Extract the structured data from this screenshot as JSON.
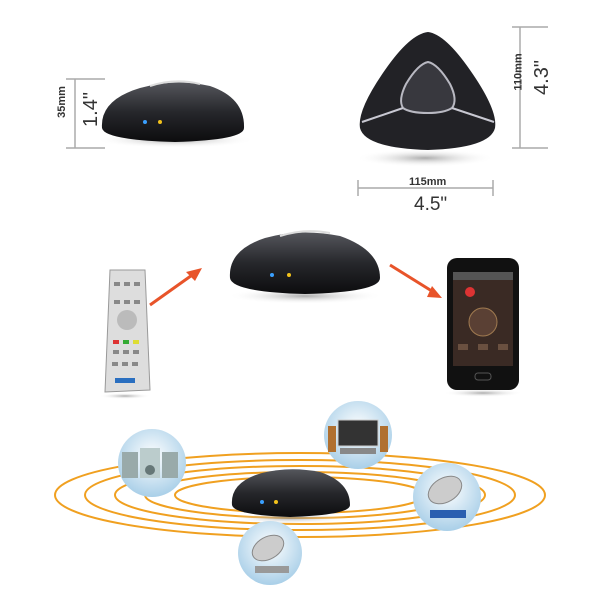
{
  "dimensions": {
    "height_mm": "35mm",
    "height_in": "1.4\"",
    "depth_mm": "110mm",
    "depth_in": "4.3\"",
    "width_mm": "115mm",
    "width_in": "4.5\""
  },
  "colors": {
    "device": "#1e1e22",
    "arrow": "#e8542a",
    "signal_rings": "#f0a020",
    "led_blue": "#3aa0ff",
    "led_yellow": "#f2c21b"
  },
  "icons": [
    "ir-remote-control",
    "smartphone",
    "speaker-system",
    "television",
    "satellite-dish"
  ]
}
